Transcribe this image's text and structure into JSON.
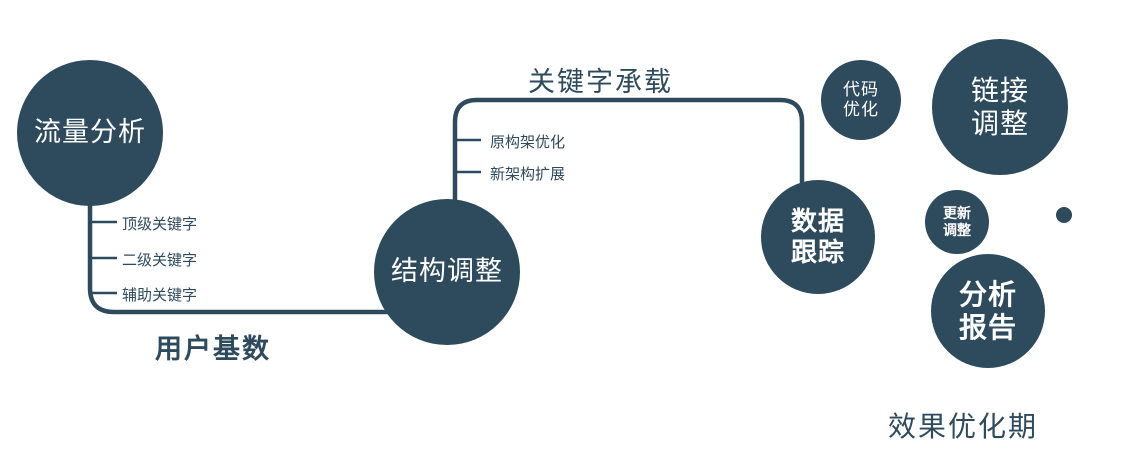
{
  "colors": {
    "primary": "#2e4a5d",
    "background": "#ffffff",
    "node_text": "#ffffff"
  },
  "diagram": {
    "nodes": {
      "traffic": {
        "label": "流量分析"
      },
      "structure": {
        "label": "结构调整"
      },
      "data_tracking": {
        "line1": "数据",
        "line2": "跟踪"
      },
      "code_opt": {
        "line1": "代码",
        "line2": "优化"
      },
      "link_adjust": {
        "line1": "链接",
        "line2": "调整"
      },
      "update_adjust": {
        "line1": "更新",
        "line2": "调整"
      },
      "analysis_report": {
        "line1": "分析",
        "line2": "报告"
      }
    },
    "branches": {
      "traffic": [
        "顶级关键字",
        "二级关键字",
        "辅助关键字"
      ],
      "structure": [
        "原构架优化",
        "新架构扩展"
      ]
    },
    "edge_labels": {
      "keyword_carry": "关键字承载",
      "user_base": "用户基数",
      "effect_period": "效果优化期"
    }
  }
}
